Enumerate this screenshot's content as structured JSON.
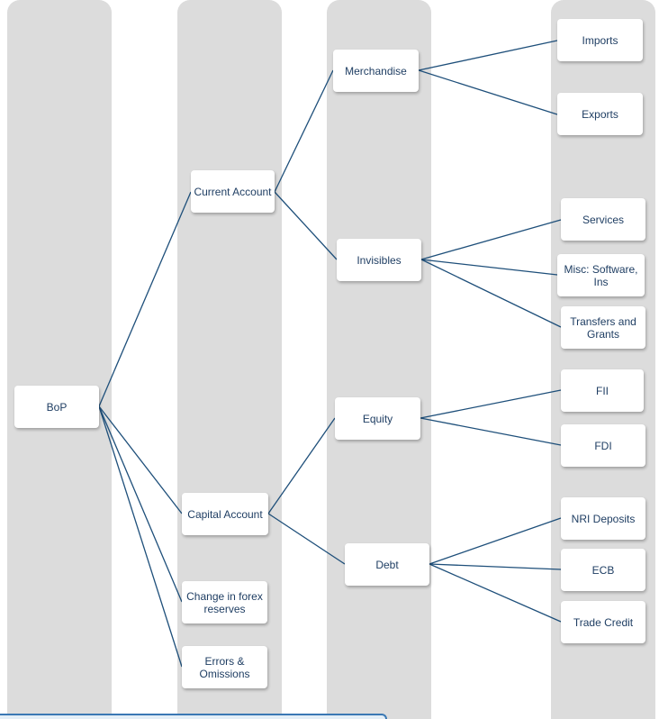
{
  "colors": {
    "column_bg": "#dcdcdc",
    "node_bg": "#ffffff",
    "node_text": "#1f3e63",
    "connector": "#1e4f7a",
    "accent_bar_border": "#3a78b4"
  },
  "nodes": {
    "bop": "BoP",
    "current_account": "Current Account",
    "capital_account": "Capital Account",
    "change_in_forex_reserves": "Change in forex reserves",
    "errors_omissions": "Errors & Omissions",
    "merchandise": "Merchandise",
    "invisibles": "Invisibles",
    "equity": "Equity",
    "debt": "Debt",
    "imports": "Imports",
    "exports": "Exports",
    "services": "Services",
    "misc_software_ins": "Misc: Software, Ins",
    "transfers_and_grants": "Transfers and Grants",
    "fii": "FII",
    "fdi": "FDI",
    "nri_deposits": "NRI Deposits",
    "ecb": "ECB",
    "trade_credit": "Trade Credit"
  }
}
